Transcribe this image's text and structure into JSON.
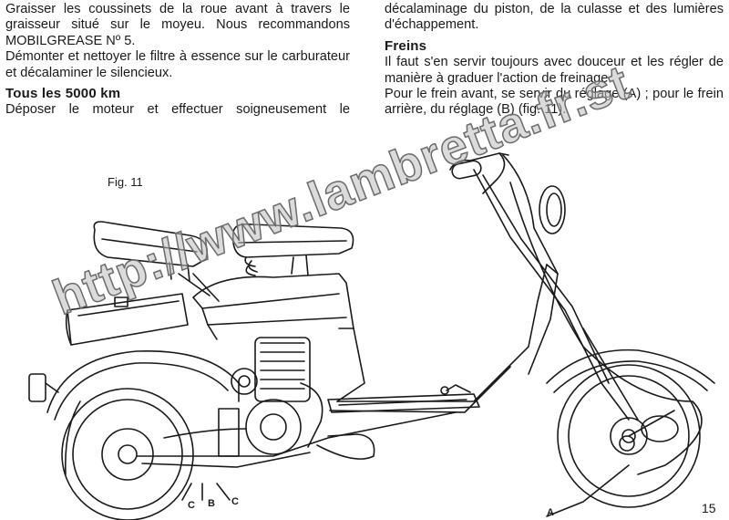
{
  "left_column": {
    "para1": "Graisser les coussinets de la roue avant à travers le graisseur situé sur le moyeu. Nous recommandons MOBILGREASE Nº 5.",
    "para2": "Démonter et nettoyer le filtre à essence sur le carburateur et décalaminer le silencieux.",
    "heading": "Tous les 5000 km",
    "para3": "Déposer le moteur et effectuer soigneusement le"
  },
  "right_column": {
    "para1": "décalaminage du piston, de la culasse et des lumières d'échappement.",
    "heading": "Freins",
    "para2": "Il faut s'en servir toujours avec douceur et les régler de manière à graduer l'action de freinage.",
    "para3": "Pour le frein avant, se servir du réglage (A) ; pour le frein arrière, du réglage (B) (fig. 11)."
  },
  "figure": {
    "label": "Fig. 11",
    "callouts": {
      "c1": "C",
      "b": "B",
      "c2": "C",
      "a": "A"
    }
  },
  "watermark": "http://www.lambretta.fr.st",
  "page_number": "15"
}
